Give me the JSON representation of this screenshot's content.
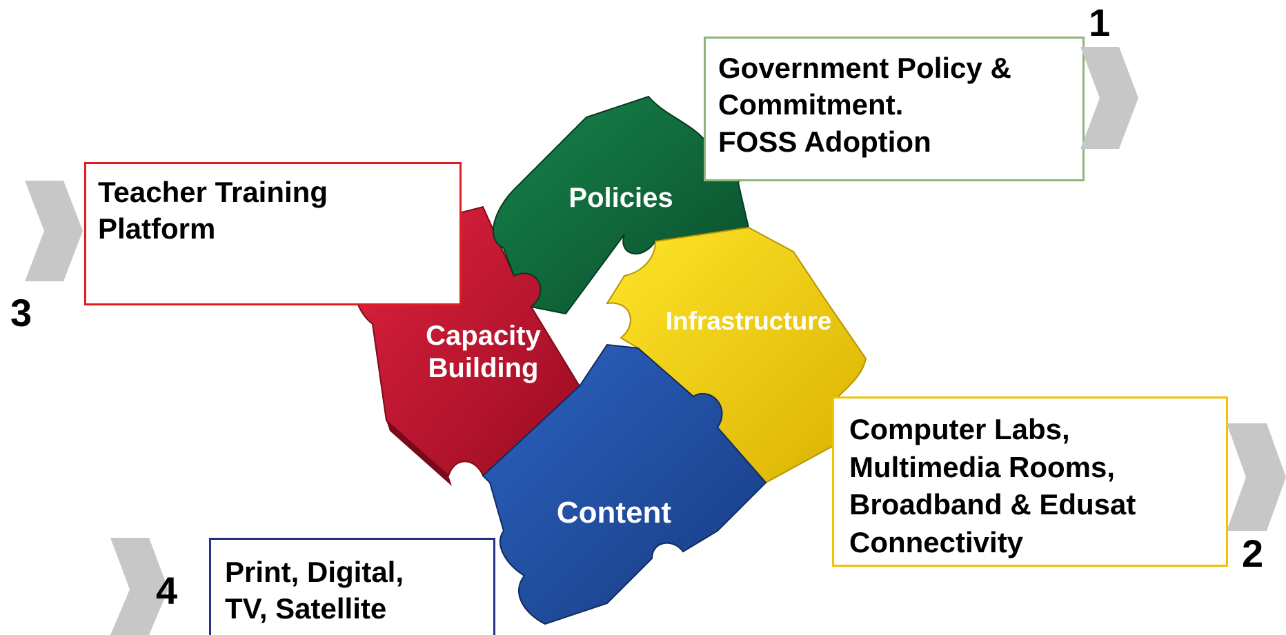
{
  "pieces": {
    "policies": {
      "label": "Policies",
      "color": "#0f6a3c"
    },
    "capacity": {
      "label": "Capacity\nBuilding",
      "color": "#c8102e"
    },
    "infrastructure": {
      "label": "Infrastructure",
      "color": "#f2d100"
    },
    "content": {
      "label": "Content",
      "color": "#1e4fa5"
    }
  },
  "callouts": {
    "government": {
      "number": "1",
      "text": " Government Policy &\nCommitment.\nFOSS Adoption",
      "border": "#8db47a"
    },
    "infrastructure": {
      "number": "2",
      "text": "Computer Labs,\nMultimedia Rooms,\nBroadband & Edusat\nConnectivity",
      "border": "#f2c200"
    },
    "teacher": {
      "number": "3",
      "text": "Teacher Training\nPlatform",
      "border": "#e01e1e"
    },
    "content": {
      "number": "4",
      "text": "Print, Digital,\nTV, Satellite",
      "border": "#2b2e85"
    }
  },
  "chevron_color": "#c7c7c7"
}
